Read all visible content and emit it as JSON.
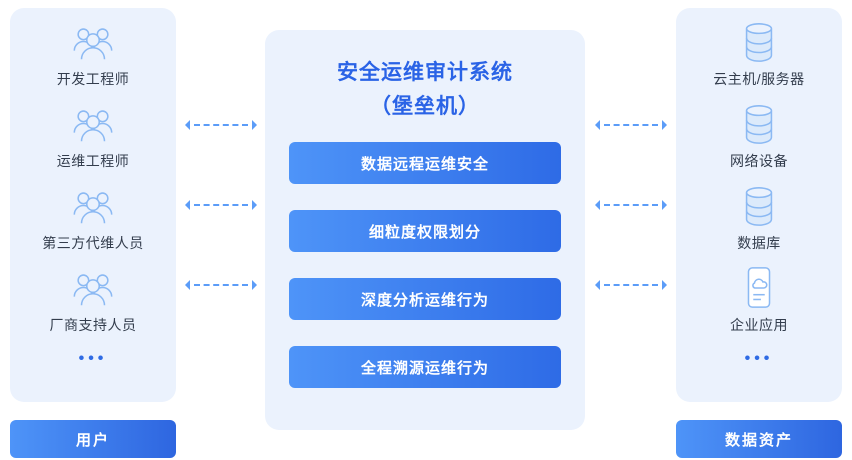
{
  "left_panel": {
    "items": [
      {
        "label": "开发工程师",
        "icon": "users-icon"
      },
      {
        "label": "运维工程师",
        "icon": "users-icon"
      },
      {
        "label": "第三方代维人员",
        "icon": "users-icon"
      },
      {
        "label": "厂商支持人员",
        "icon": "users-icon"
      }
    ],
    "ellipsis": "•••",
    "footer_label": "用户"
  },
  "center_panel": {
    "title_line1": "安全运维审计系统",
    "title_line2": "（堡垒机）",
    "features": [
      "数据远程运维安全",
      "细粒度权限划分",
      "深度分析运维行为",
      "全程溯源运维行为"
    ]
  },
  "right_panel": {
    "items": [
      {
        "label": "云主机/服务器",
        "icon": "server-icon"
      },
      {
        "label": "网络设备",
        "icon": "network-device-icon"
      },
      {
        "label": "数据库",
        "icon": "database-icon"
      },
      {
        "label": "企业应用",
        "icon": "enterprise-app-icon"
      }
    ],
    "ellipsis": "•••",
    "footer_label": "数据资产"
  },
  "colors": {
    "panel_bg": "#EBF2FD",
    "accent_blue": "#2A63E6",
    "button_gradient_start": "#4E94F8",
    "button_gradient_end": "#2E6BE6",
    "icon_stroke": "#8BB9F3",
    "arrow": "#5B9CF8"
  }
}
